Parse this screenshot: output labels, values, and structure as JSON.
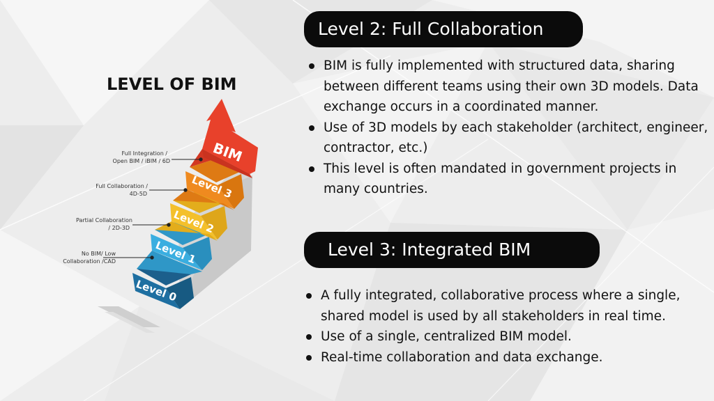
{
  "colors": {
    "pill_bg": "#0b0b0b",
    "level0": "#1e6fa1",
    "level1": "#3aaee0",
    "level2": "#f4c02b",
    "level3": "#ef8a1f",
    "bim_arrow": "#e8412b"
  },
  "infographic": {
    "title": "LEVEL OF BIM",
    "steps": [
      {
        "label": "Level 0",
        "caption_line1": "No BIM/ Low",
        "caption_line2": "Collaboration /CAD"
      },
      {
        "label": "Level 1",
        "caption_line1": "Partial Collaboration",
        "caption_line2": "/ 2D-3D"
      },
      {
        "label": "Level 2",
        "caption_line1": "Full Collaboration /",
        "caption_line2": "4D-5D"
      },
      {
        "label": "Level 3",
        "caption_line1": "Full Integration /",
        "caption_line2": "Open BIM / iBIM / 6D"
      }
    ],
    "arrow_label": "BIM"
  },
  "section2": {
    "heading": "Level 2: Full Collaboration",
    "bullets": [
      " BIM is fully implemented with structured data, sharing between different teams using their own 3D models. Data exchange occurs in a coordinated manner.",
      "Use of 3D models by each stakeholder (architect, engineer, contractor, etc.)",
      "This level is often mandated in government projects in many countries."
    ]
  },
  "section3": {
    "heading": "Level 3: Integrated BIM",
    "bullets": [
      "A fully integrated, collaborative process where a single, shared model is used by all stakeholders in real time.",
      "Use of a single, centralized BIM model.",
      "Real-time collaboration and data exchange."
    ]
  }
}
